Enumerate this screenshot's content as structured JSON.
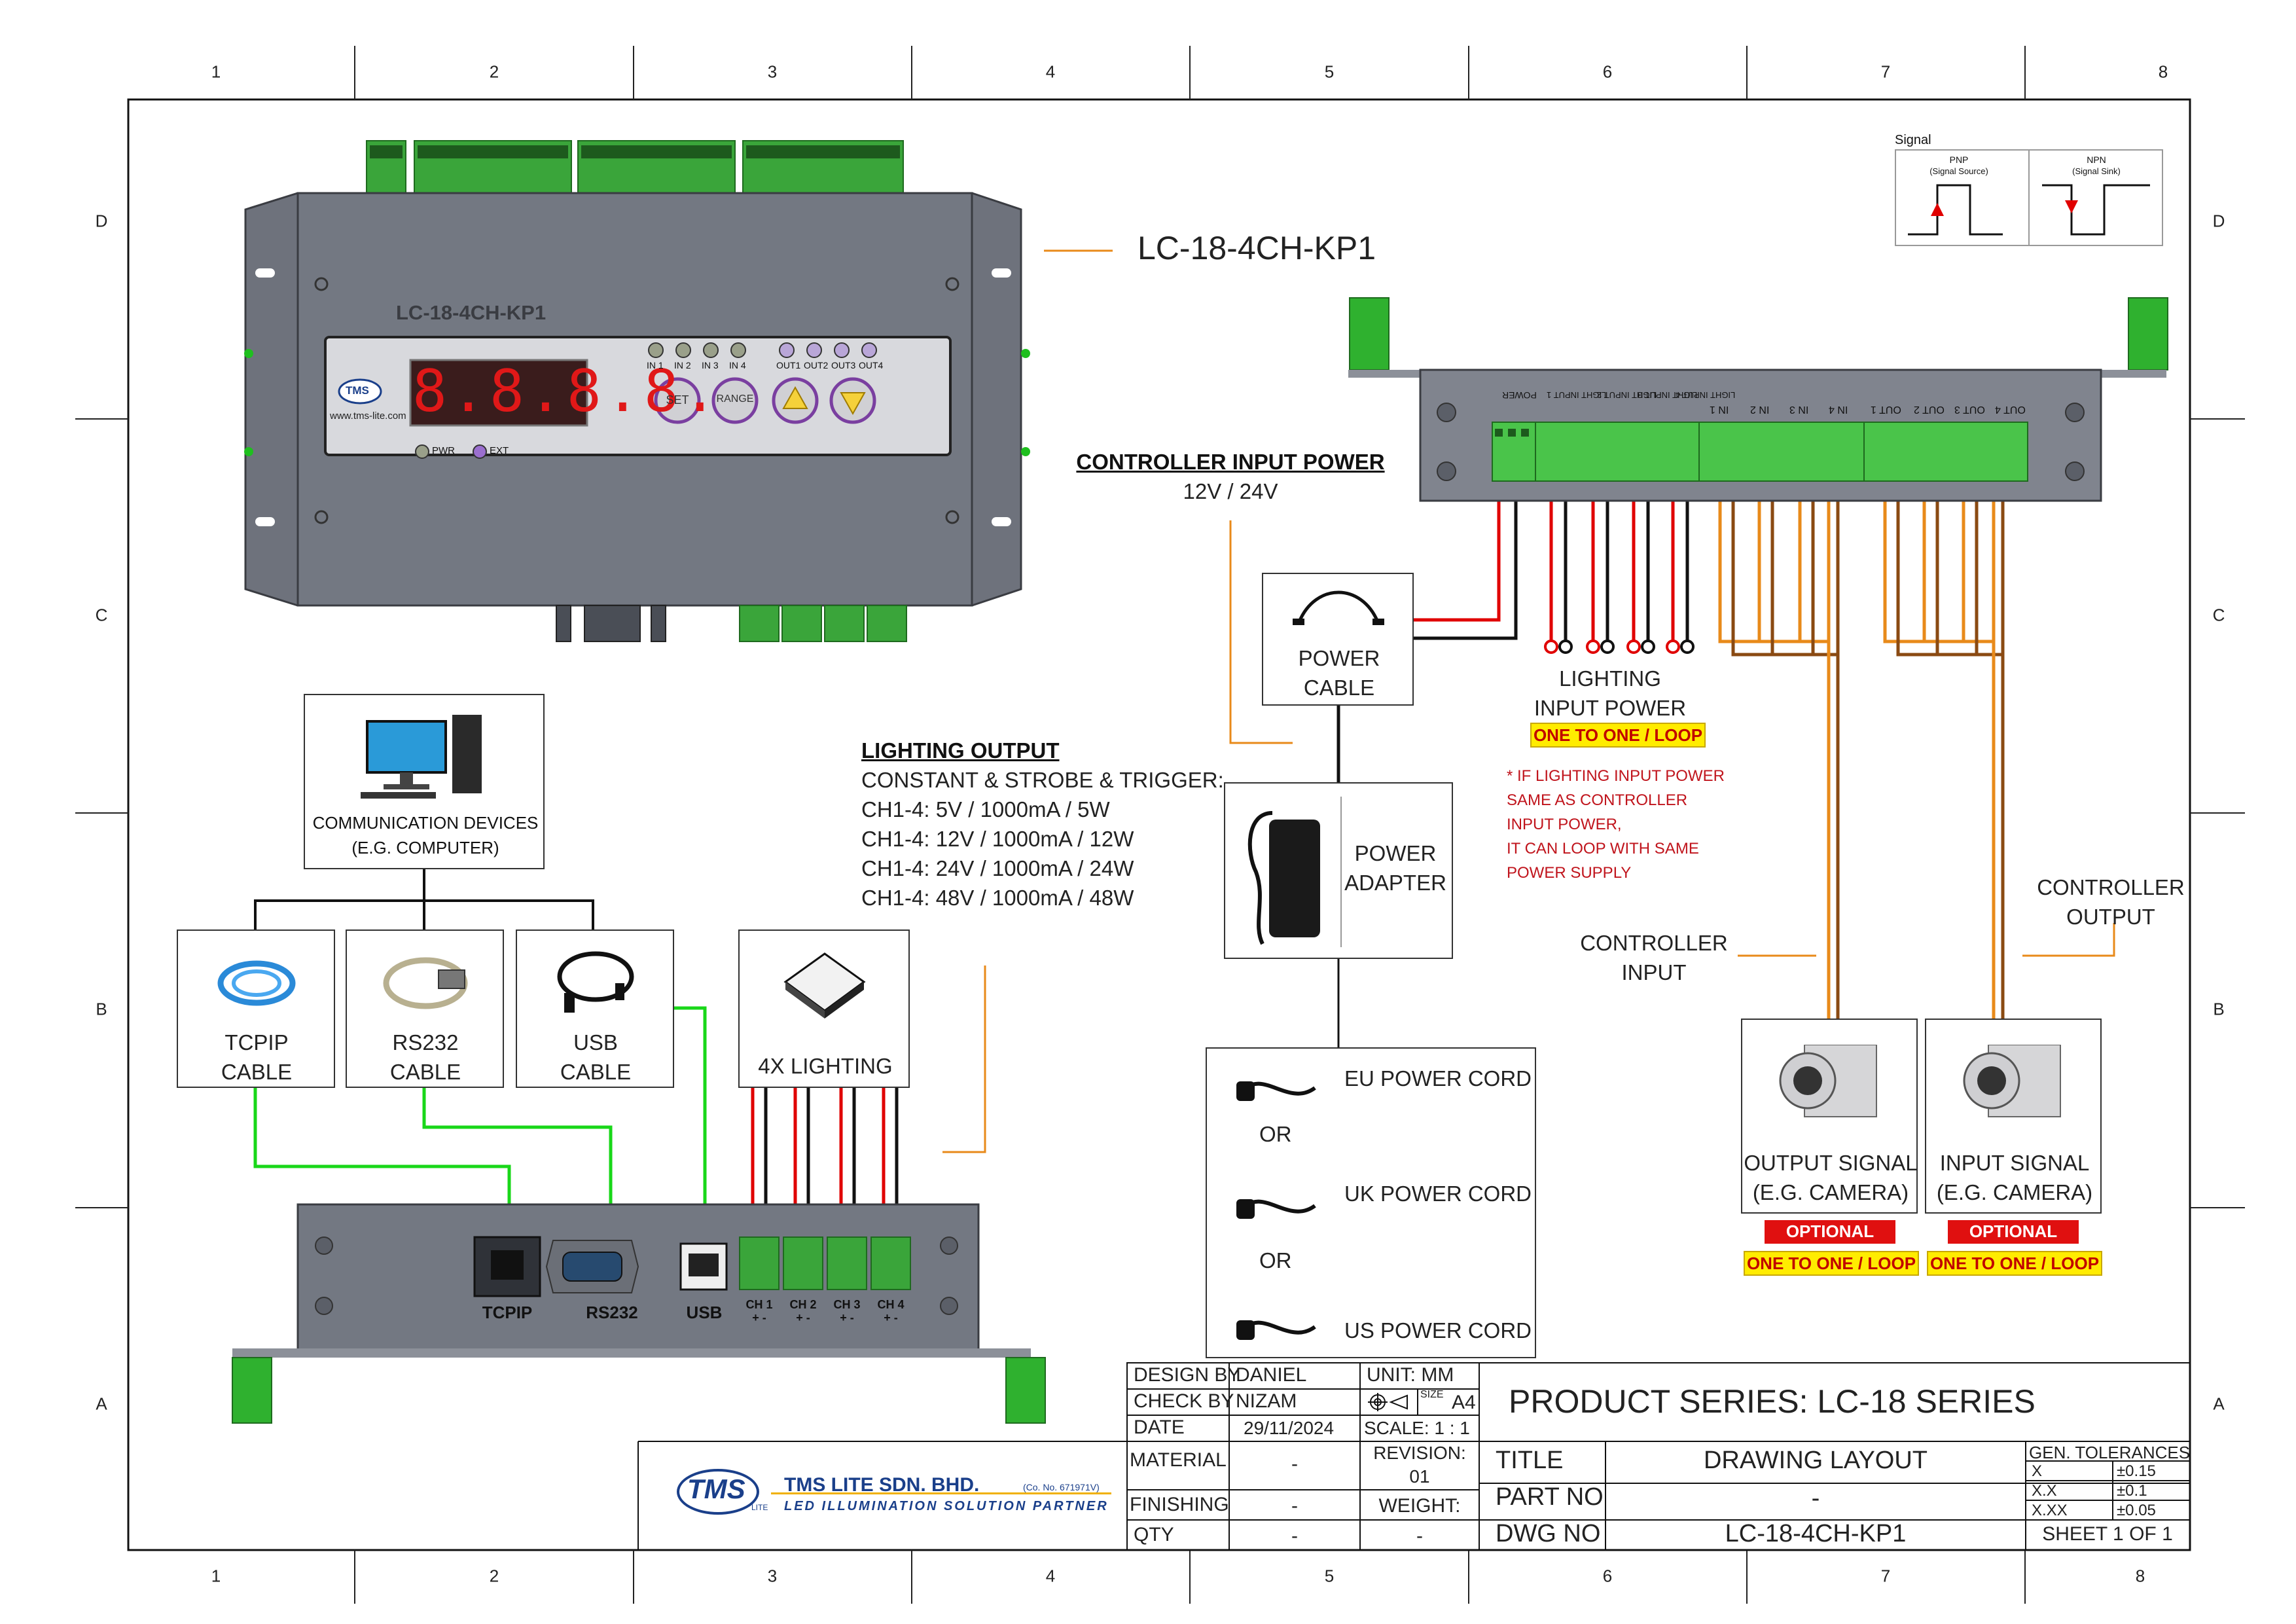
{
  "zones": {
    "columns": [
      "1",
      "2",
      "3",
      "4",
      "5",
      "6",
      "7",
      "8"
    ],
    "rows": [
      "D",
      "C",
      "B",
      "A"
    ]
  },
  "product": {
    "model_label": "LC-18-4CH-KP1",
    "panel_model": "LC-18-4CH-KP1",
    "display_digits": "8.8.8.8.",
    "website": "www.tms-lite.com",
    "brand_badge": "TMS",
    "indicators": {
      "in": [
        "IN 1",
        "IN 2",
        "IN 3",
        "IN 4"
      ],
      "out": [
        "OUT1",
        "OUT2",
        "OUT3",
        "OUT4"
      ]
    },
    "buttons": {
      "set": "SET",
      "range": "RANGE"
    },
    "leds": {
      "pwr": "PWR",
      "ext": "EXT"
    }
  },
  "signal_legend": {
    "title": "Signal",
    "pnp": "PNP",
    "pnp_sub": "(Signal Source)",
    "npn": "NPN",
    "npn_sub": "(Signal Sink)"
  },
  "terminal_block_labels": {
    "groups": [
      "POWER",
      "LIGHT INPUT 1",
      "LIGHT INPUT 2",
      "LIGHT INPUT 3",
      "LIGHT INPUT 4",
      "IN 1",
      "IN 2",
      "IN 3",
      "IN 4",
      "OUT 1",
      "OUT 2",
      "OUT 3",
      "OUT 4"
    ]
  },
  "controller_input_power": {
    "title": "CONTROLLER INPUT POWER",
    "value": "12V / 24V"
  },
  "power_cable": {
    "line1": "POWER",
    "line2": "CABLE"
  },
  "power_adapter": {
    "line1": "POWER",
    "line2": "ADAPTER"
  },
  "lighting_input_power": {
    "line1": "LIGHTING",
    "line2": "INPUT POWER",
    "badge": "ONE TO ONE / LOOP"
  },
  "note": {
    "lines": [
      "* IF LIGHTING INPUT POWER",
      "SAME AS CONTROLLER",
      "INPUT POWER,",
      "IT CAN LOOP WITH SAME",
      "POWER SUPPLY"
    ],
    "color": "#c0141c"
  },
  "controller_output": {
    "line1": "CONTROLLER",
    "line2": "OUTPUT"
  },
  "controller_input": {
    "line1": "CONTROLLER",
    "line2": "INPUT"
  },
  "cameras": [
    {
      "line1": "OUTPUT SIGNAL",
      "line2": "(E.G. CAMERA)",
      "optional": "OPTIONAL",
      "badge": "ONE TO ONE / LOOP"
    },
    {
      "line1": "INPUT SIGNAL",
      "line2": "(E.G. CAMERA)",
      "optional": "OPTIONAL",
      "badge": "ONE TO ONE / LOOP"
    }
  ],
  "comm_devices": {
    "line1": "COMMUNICATION DEVICES",
    "line2": "(E.G. COMPUTER)"
  },
  "cables": [
    {
      "line1": "TCPIP",
      "line2": "CABLE"
    },
    {
      "line1": "RS232",
      "line2": "CABLE"
    },
    {
      "line1": "USB",
      "line2": "CABLE"
    }
  ],
  "lighting_output": {
    "title": "LIGHTING OUTPUT",
    "lines": [
      "CONSTANT & STROBE & TRIGGER:",
      "CH1-4: 5V / 1000mA / 5W",
      "CH1-4: 12V / 1000mA / 12W",
      "CH1-4: 24V / 1000mA / 24W",
      "CH1-4: 48V / 1000mA / 48W"
    ]
  },
  "lighting_box": {
    "label": "4X LIGHTING"
  },
  "bottom_ports": {
    "tcpip": "TCPIP",
    "rs232": "RS232",
    "usb": "USB",
    "channels": [
      "CH 1",
      "CH 2",
      "CH 3",
      "CH 4"
    ],
    "polarity": "+ -"
  },
  "power_cords": {
    "eu": "EU POWER CORD",
    "or1": "OR",
    "uk": "UK POWER CORD",
    "or2": "OR",
    "us": "US POWER CORD"
  },
  "title_block": {
    "design_by_label": "DESIGN BY",
    "design_by": "DANIEL",
    "check_by_label": "CHECK BY",
    "check_by": "NIZAM",
    "date_label": "DATE",
    "date": "29/11/2024",
    "unit": "UNIT:  MM",
    "size_label": "SIZE",
    "size": "A4",
    "scale": "SCALE: 1 : 1",
    "material_label": "MATERIAL",
    "material": "-",
    "revision_label": "REVISION:",
    "revision": "01",
    "finishing_label": "FINISHING",
    "finishing": "-",
    "weight_label": "WEIGHT:",
    "weight": "-",
    "qty_label": "QTY",
    "qty": "-",
    "product_series": "PRODUCT SERIES:  LC-18 SERIES",
    "title_label": "TITLE",
    "title": "DRAWING LAYOUT",
    "part_no_label": "PART NO",
    "part_no": "-",
    "dwg_no_label": "DWG NO",
    "dwg_no": "LC-18-4CH-KP1",
    "tolerances_label": "GEN. TOLERANCES",
    "tolerances": [
      {
        "k": "X",
        "v": "±0.15"
      },
      {
        "k": "X.X",
        "v": "±0.1"
      },
      {
        "k": "X.XX",
        "v": "±0.05"
      }
    ],
    "sheet": "SHEET 1 OF 1"
  },
  "company": {
    "logo": "TMS",
    "logo_sub": "LITE",
    "name": "TMS LITE SDN. BHD.",
    "reg": "(Co. No. 671971V)",
    "tagline": "LED ILLUMINATION SOLUTION PARTNER"
  }
}
